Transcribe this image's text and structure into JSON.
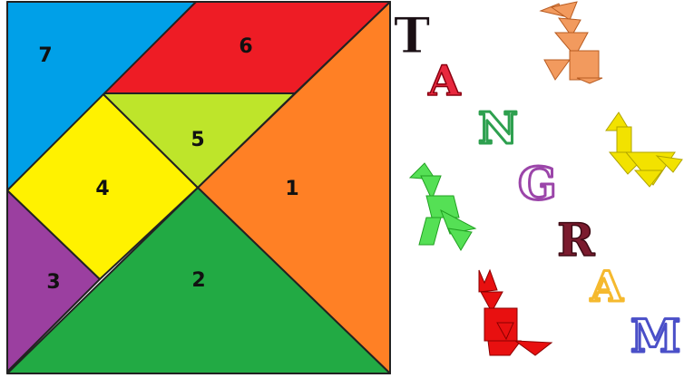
{
  "title": "TANGRAM",
  "piece_labels": [
    "1",
    "2",
    "3",
    "4",
    "5",
    "6",
    "7"
  ],
  "colors": {
    "piece_1": "#FF8025",
    "piece_2": "#22AA44",
    "piece_3": "#9B3FA0",
    "piece_4": "#FFF200",
    "piece_5": "#BEE52A",
    "piece_6": "#EE1C25",
    "piece_7": "#00A0E8",
    "letter_T": "#1a0f14",
    "letter_A": "#E8283E",
    "letter_N": "#2EA04F",
    "letter_G": "#9B45A9",
    "letter_R": "#7B1B2E",
    "letter_A2": "#F5B92E",
    "letter_M": "#4A4FC8",
    "figure_rabbit": "#F29A5E",
    "figure_swan": "#F2E200",
    "figure_bird": "#55E055",
    "figure_cat": "#E81010"
  },
  "figures": [
    "rabbit",
    "swan",
    "bird",
    "cat"
  ]
}
